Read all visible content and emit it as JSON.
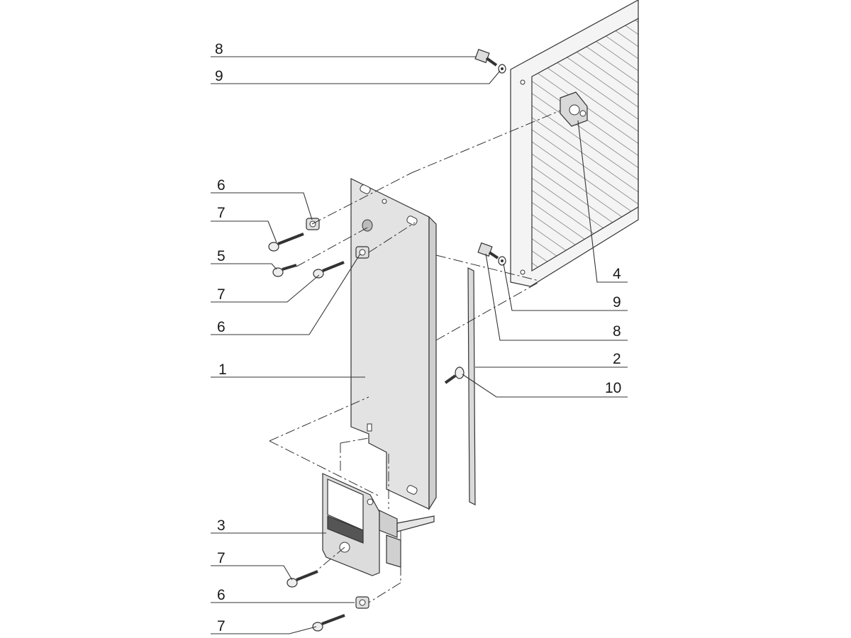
{
  "callouts_left": [
    {
      "id": "8",
      "text": "8"
    },
    {
      "id": "9",
      "text": "9"
    },
    {
      "id": "6a",
      "text": "6"
    },
    {
      "id": "7a",
      "text": "7"
    },
    {
      "id": "5",
      "text": "5"
    },
    {
      "id": "7b",
      "text": "7"
    },
    {
      "id": "6b",
      "text": "6"
    },
    {
      "id": "1",
      "text": "1"
    },
    {
      "id": "3",
      "text": "3"
    },
    {
      "id": "7c",
      "text": "7"
    },
    {
      "id": "6c",
      "text": "6"
    },
    {
      "id": "7d",
      "text": "7"
    }
  ],
  "callouts_right": [
    {
      "id": "4",
      "text": "4"
    },
    {
      "id": "9b",
      "text": "9"
    },
    {
      "id": "8b",
      "text": "8"
    },
    {
      "id": "2",
      "text": "2"
    },
    {
      "id": "10",
      "text": "10"
    }
  ]
}
